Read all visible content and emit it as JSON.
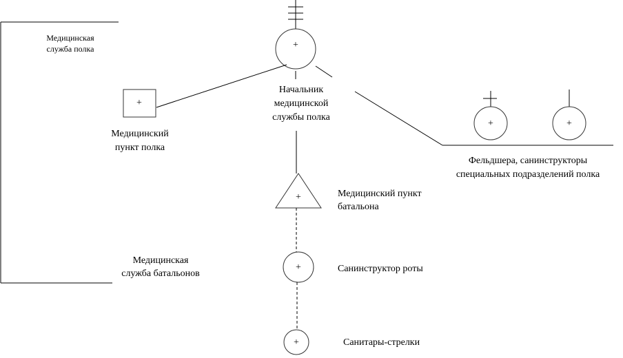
{
  "labels": {
    "regiment_service": [
      "Медицинская",
      "служба полка"
    ],
    "chief": [
      "Начальник",
      "медицинской",
      "службы полка"
    ],
    "regiment_post": [
      "Медицинский",
      "пункт полка"
    ],
    "special_units": [
      "Фельдшера, санинструкторы",
      "специальных подразделений полка"
    ],
    "battalion_post": [
      "Медицинский пункт",
      "батальона"
    ],
    "company_instructor": "Санинструктор роты",
    "riflemen_orderlies": "Санитары-стрелки",
    "battalion_service": [
      "Медицинская",
      "служба батальонов"
    ]
  },
  "symbol": "+"
}
